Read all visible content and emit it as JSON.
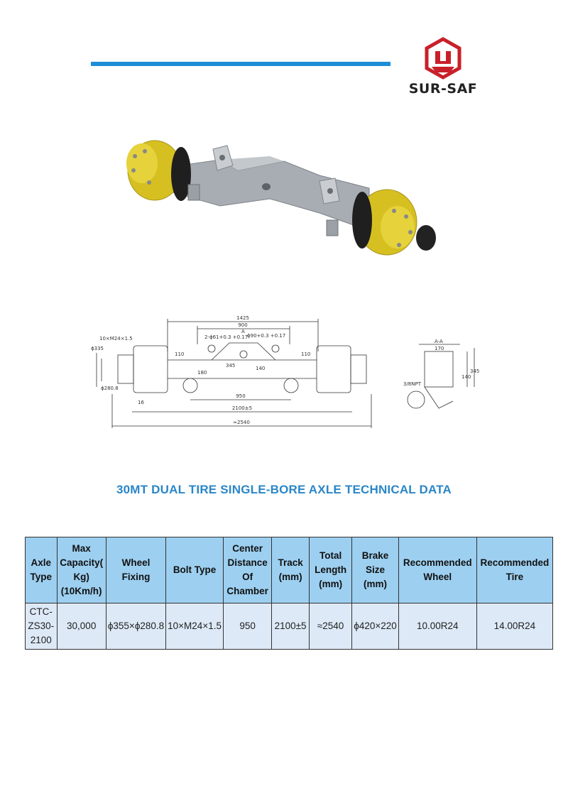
{
  "brand": {
    "name": "SUR-SAF",
    "logo_color": "#c8202a",
    "accent_color": "#1e8ed6"
  },
  "drawing": {
    "dims": {
      "d1425": "1425",
      "d900": "900",
      "d2phi61": "2-ϕ61+0.3 +0.17",
      "dphi90": "ϕ90+0.3 +0.17",
      "d10m24": "10×M24×1.5",
      "d110a": "110",
      "d110b": "110",
      "d180": "180",
      "d345": "345",
      "d140": "140",
      "d335": "ϕ335",
      "d280": "ϕ280.8",
      "d16": "16",
      "d950": "950",
      "d2100": "2100±5",
      "d2540": "≈2540",
      "aa": "A-A",
      "d170": "170",
      "d140b": "140",
      "d345b": "345",
      "npt": "3/8NPT",
      "a_mark": "A"
    }
  },
  "title": "30MT DUAL TIRE SINGLE-BORE AXLE TECHNICAL DATA",
  "table": {
    "headers": [
      "Axle Type",
      "Max Capacity( Kg) (10Km/h)",
      "Wheel Fixing",
      "Bolt Type",
      "Center Distance Of Chamber",
      "Track (mm)",
      "Total Length (mm)",
      "Brake Size (mm)",
      "Recommended Wheel",
      "Recommended Tire"
    ],
    "row": [
      "CTC-ZS30-2100",
      "30,000",
      "ϕ355×ϕ280.8",
      "10×M24×1.5",
      "950",
      "2100±5",
      "≈2540",
      "ϕ420×220",
      "10.00R24",
      "14.00R24"
    ]
  }
}
